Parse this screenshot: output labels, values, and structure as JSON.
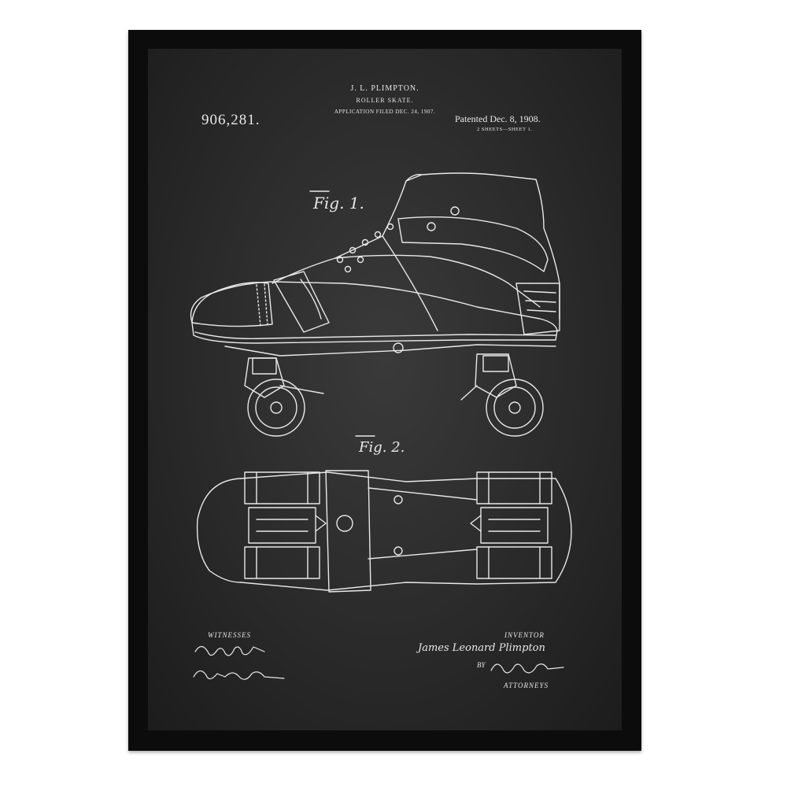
{
  "patent": {
    "number": "906,281.",
    "inventor_header": "J. L. PLIMPTON.",
    "title": "ROLLER SKATE.",
    "filed": "APPLICATION FILED DEC. 24, 1907.",
    "patented": "Patented Dec. 8, 1908.",
    "sheets": "2 SHEETS—SHEET 1."
  },
  "figures": {
    "fig1_label": "Fig. 1.",
    "fig2_label": "Fig. 2."
  },
  "signatures": {
    "witnesses_label": "WITNESSES",
    "inventor_label": "INVENTOR",
    "inventor_name": "James Leonard Plimpton",
    "by_label": "BY",
    "attorneys_label": "ATTORNEYS"
  },
  "colors": {
    "frame": "#0c0c0c",
    "poster_background": "#2e2e2e",
    "line_art": "#e8e8e8"
  }
}
